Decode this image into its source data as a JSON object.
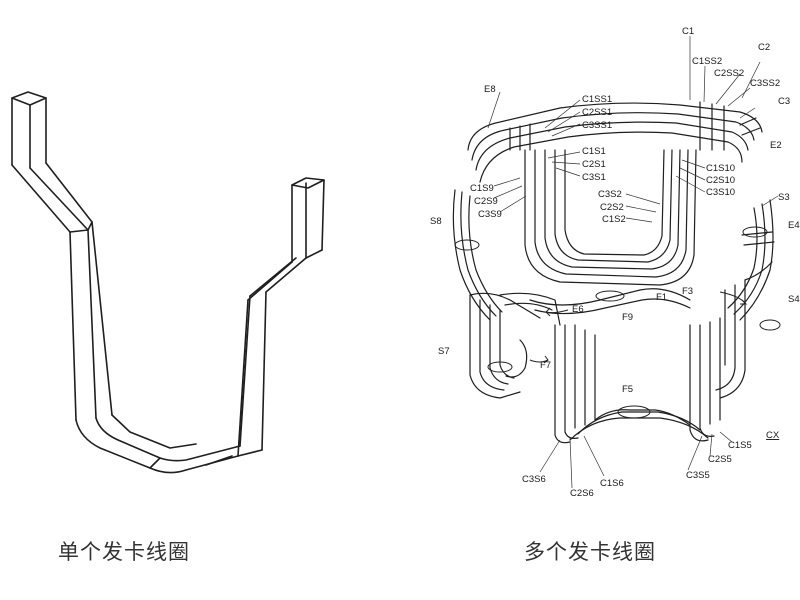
{
  "captions": {
    "single": "单个发卡线圈",
    "multi": "多个发卡线圈"
  },
  "labels": {
    "C1": "C1",
    "C2": "C2",
    "C3": "C3",
    "C1SS2": "C1SS2",
    "C2SS2": "C2SS2",
    "C3SS2": "C3SS2",
    "E8": "E8",
    "C1SS1": "C1SS1",
    "C2SS1": "C2SS1",
    "C3SS1": "C3SS1",
    "E2": "E2",
    "C1S1": "C1S1",
    "C2S1": "C2S1",
    "C3S1": "C3S1",
    "C1S10": "C1S10",
    "C2S10": "C2S10",
    "C3S10": "C3S10",
    "C1S9": "C1S9",
    "C2S9": "C2S9",
    "C3S9": "C3S9",
    "C3S2": "C3S2",
    "C2S2": "C2S2",
    "C1S2": "C1S2",
    "S3": "S3",
    "E4": "E4",
    "S8": "S8",
    "S4": "S4",
    "F1": "F1",
    "F3": "F3",
    "E6": "E6",
    "F9": "F9",
    "S7": "S7",
    "F7": "F7",
    "F5": "F5",
    "CX": "CX",
    "C1S5": "C1S5",
    "C2S5": "C2S5",
    "C3S5": "C3S5",
    "C3S6": "C3S6",
    "C2S6": "C2S6",
    "C1S6": "C1S6"
  }
}
